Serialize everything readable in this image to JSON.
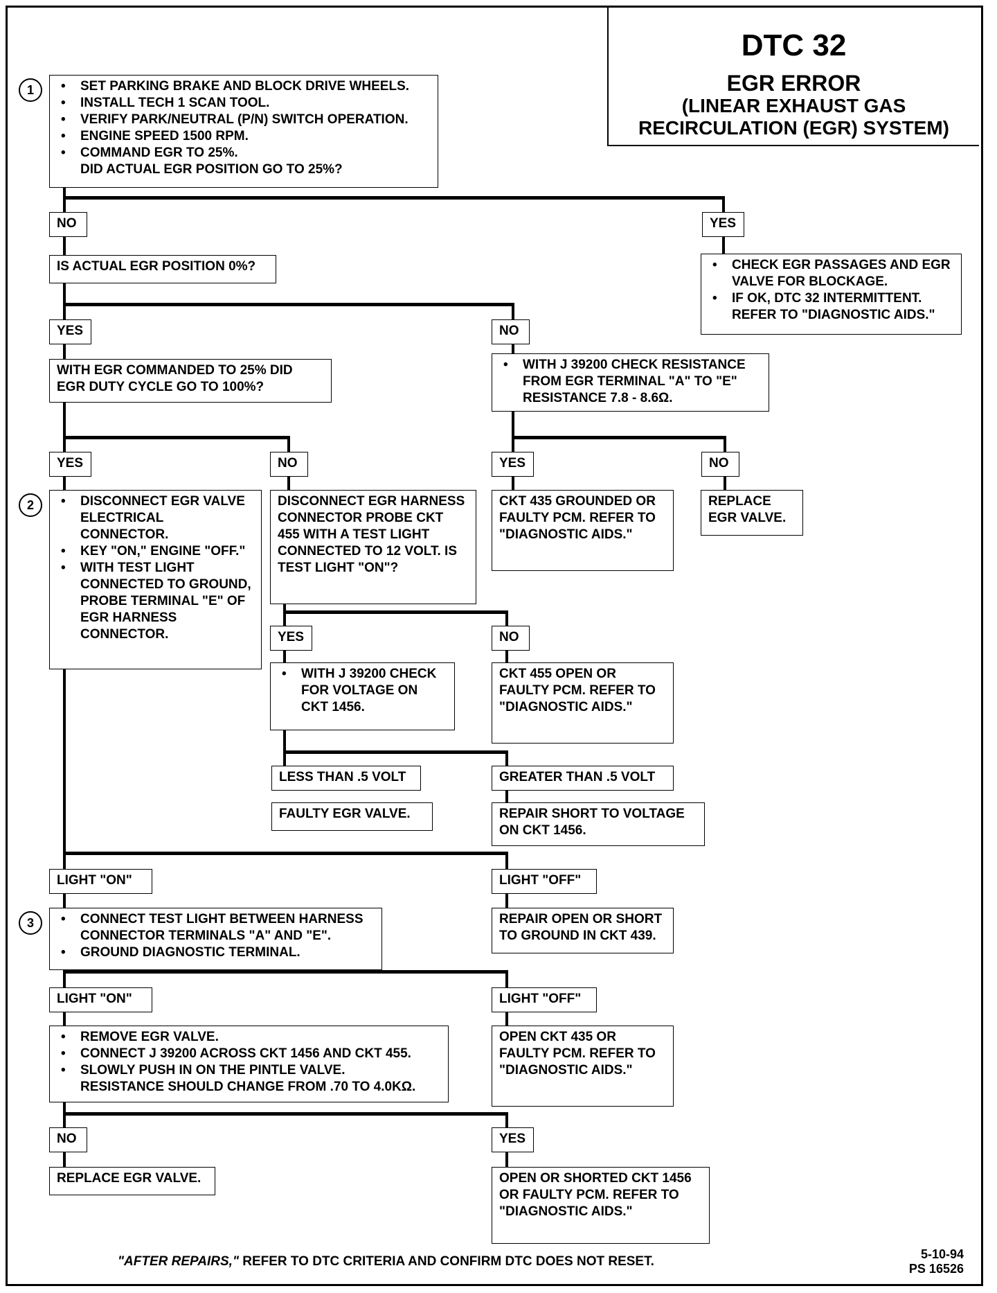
{
  "title": {
    "code": "DTC 32",
    "line1": "EGR ERROR",
    "line2": "(LINEAR EXHAUST GAS",
    "line3": "RECIRCULATION (EGR) SYSTEM)"
  },
  "step_numbers": [
    "1",
    "2",
    "3"
  ],
  "step1": {
    "bullets": [
      "SET PARKING BRAKE AND BLOCK DRIVE WHEELS.",
      "INSTALL TECH 1 SCAN TOOL.",
      "VERIFY PARK/NEUTRAL (P/N) SWITCH OPERATION.",
      "ENGINE SPEED 1500 RPM.",
      "COMMAND EGR TO 25%."
    ],
    "question": "DID ACTUAL EGR POSITION GO TO 25%?"
  },
  "labels": {
    "no": "NO",
    "yes": "YES",
    "less_than": "LESS THAN .5 VOLT",
    "greater_than": "GREATER THAN .5 VOLT",
    "light_on": "LIGHT \"ON\"",
    "light_off": "LIGHT \"OFF\""
  },
  "q_position_zero": "IS ACTUAL EGR POSITION 0%?",
  "check_passages": [
    "CHECK EGR PASSAGES AND EGR VALVE FOR BLOCKAGE.",
    "IF OK, DTC 32 INTERMITTENT. REFER TO \"DIAGNOSTIC AIDS.\""
  ],
  "q_duty_cycle": "WITH EGR COMMANDED TO 25% DID EGR DUTY CYCLE GO TO 100%?",
  "check_resistance": "WITH J 39200 CHECK RESISTANCE FROM EGR TERMINAL \"A\" TO \"E\" RESISTANCE 7.8 - 8.6Ω.",
  "step2": [
    "DISCONNECT EGR VALVE ELECTRICAL CONNECTOR.",
    "KEY \"ON,\" ENGINE \"OFF.\"",
    "WITH TEST LIGHT CONNECTED TO GROUND, PROBE TERMINAL \"E\" OF EGR HARNESS CONNECTOR."
  ],
  "disconnect_harness": "DISCONNECT EGR HARNESS CONNECTOR PROBE CKT 455 WITH A TEST LIGHT CONNECTED TO 12 VOLT. IS TEST LIGHT \"ON\"?",
  "ckt435_grounded": "CKT 435 GROUNDED OR FAULTY PCM. REFER TO \"DIAGNOSTIC AIDS.\"",
  "replace_valve_1": "REPLACE EGR VALVE.",
  "check_voltage": "WITH J 39200 CHECK FOR VOLTAGE ON CKT 1456.",
  "ckt455_open": "CKT 455 OPEN OR FAULTY PCM. REFER TO \"DIAGNOSTIC AIDS.\"",
  "faulty_valve": "FAULTY EGR VALVE.",
  "repair_short_voltage": "REPAIR SHORT TO VOLTAGE ON CKT 1456.",
  "step3": [
    "CONNECT TEST LIGHT BETWEEN HARNESS CONNECTOR TERMINALS \"A\" AND \"E\".",
    "GROUND DIAGNOSTIC TERMINAL."
  ],
  "repair_open_short": "REPAIR OPEN OR SHORT TO GROUND IN CKT 439.",
  "remove_valve": [
    "REMOVE EGR VALVE.",
    "CONNECT J 39200 ACROSS CKT 1456 AND CKT 455.",
    "SLOWLY PUSH IN ON THE PINTLE VALVE."
  ],
  "remove_valve_note": "RESISTANCE SHOULD CHANGE FROM .70 TO 4.0KΩ.",
  "open_ckt435": "OPEN CKT 435 OR FAULTY PCM. REFER TO \"DIAGNOSTIC AIDS.\"",
  "replace_valve_2": "REPLACE EGR VALVE.",
  "open_shorted_1456": "OPEN OR SHORTED CKT 1456 OR FAULTY PCM. REFER TO \"DIAGNOSTIC AIDS.\"",
  "footer": {
    "emph": "\"AFTER REPAIRS,\"",
    "rest": " REFER TO DTC CRITERIA AND CONFIRM DTC DOES NOT RESET."
  },
  "date": "5-10-94",
  "ps": "PS 16526"
}
